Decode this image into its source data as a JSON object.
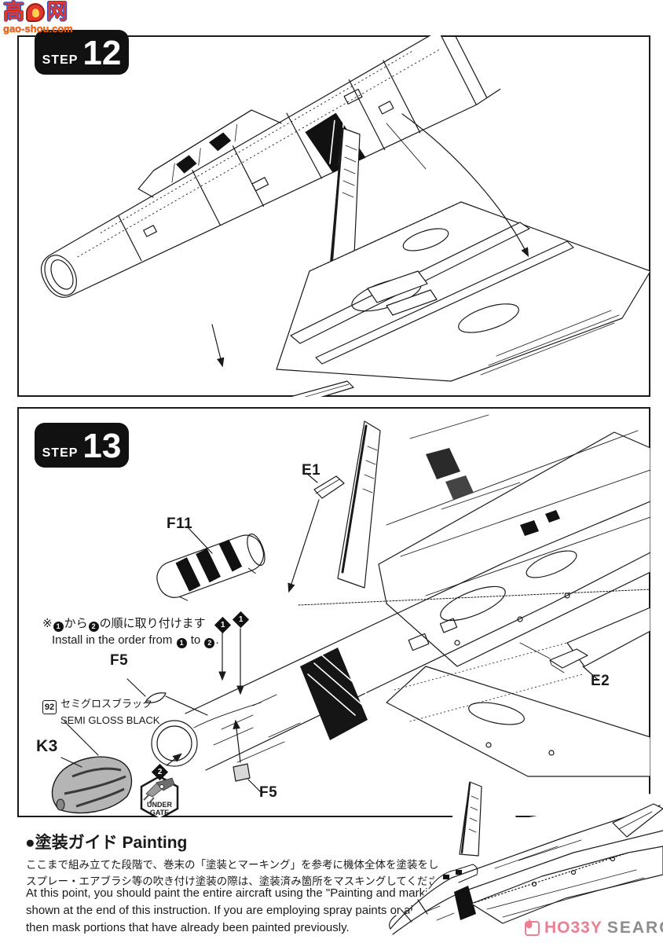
{
  "watermark": {
    "char_left": "高",
    "char_right": "网",
    "domain": "gao-shou.com"
  },
  "steps": [
    {
      "label": "STEP",
      "number": "12"
    },
    {
      "label": "STEP",
      "number": "13"
    }
  ],
  "step13": {
    "part_labels": {
      "e1": "E1",
      "f11": "F11",
      "f5_top": "F5",
      "k3": "K3",
      "f5_bottom": "F5",
      "e2": "E2"
    },
    "order_note": {
      "jp_prefix": "※",
      "jp_mid": "から",
      "jp_suffix": "の順に取り付けます",
      "en_prefix": "Install in the order from",
      "en_mid": "to",
      "en_suffix": ".",
      "first": "1",
      "second": "2"
    },
    "badges": {
      "first": "1",
      "second": "1",
      "third": "2"
    },
    "paint_callout": {
      "code": "92",
      "jp": "セミグロスブラック",
      "en": "SEMI GLOSS BLACK"
    },
    "under_gate": {
      "line1": "UNDER",
      "line2": "GATE"
    }
  },
  "painting_guide": {
    "heading": "●塗装ガイド Painting",
    "jp_lines": [
      "ここまで組み立てた段階で、巻末の「塗装とマーキング」を参考に機体全体を塗装をします。",
      "スプレー・エアブラシ等の吹き付け塗装の際は、塗装済み箇所をマスキングしてください。"
    ],
    "en_lines": [
      "At this point, you should paint the entire aircraft using the \"Painting and marking\"",
      "shown at the end of this instruction. If you are employing spray paints or airbrushes,",
      "then mask portions that have already been painted previously."
    ]
  },
  "footer": {
    "brand_first": "HO33Y",
    "brand_second": "SEARCH"
  },
  "colors": {
    "line": "#1a1a1a",
    "badge_bg": "#111111",
    "k3_fill": "#b5b5b5",
    "brand_pink": "#e87f93",
    "brand_gray": "#8d8d8d",
    "watermark_red": "#e2372b",
    "watermark_blue": "#2b50c8",
    "watermark_orange": "#e8650f"
  }
}
